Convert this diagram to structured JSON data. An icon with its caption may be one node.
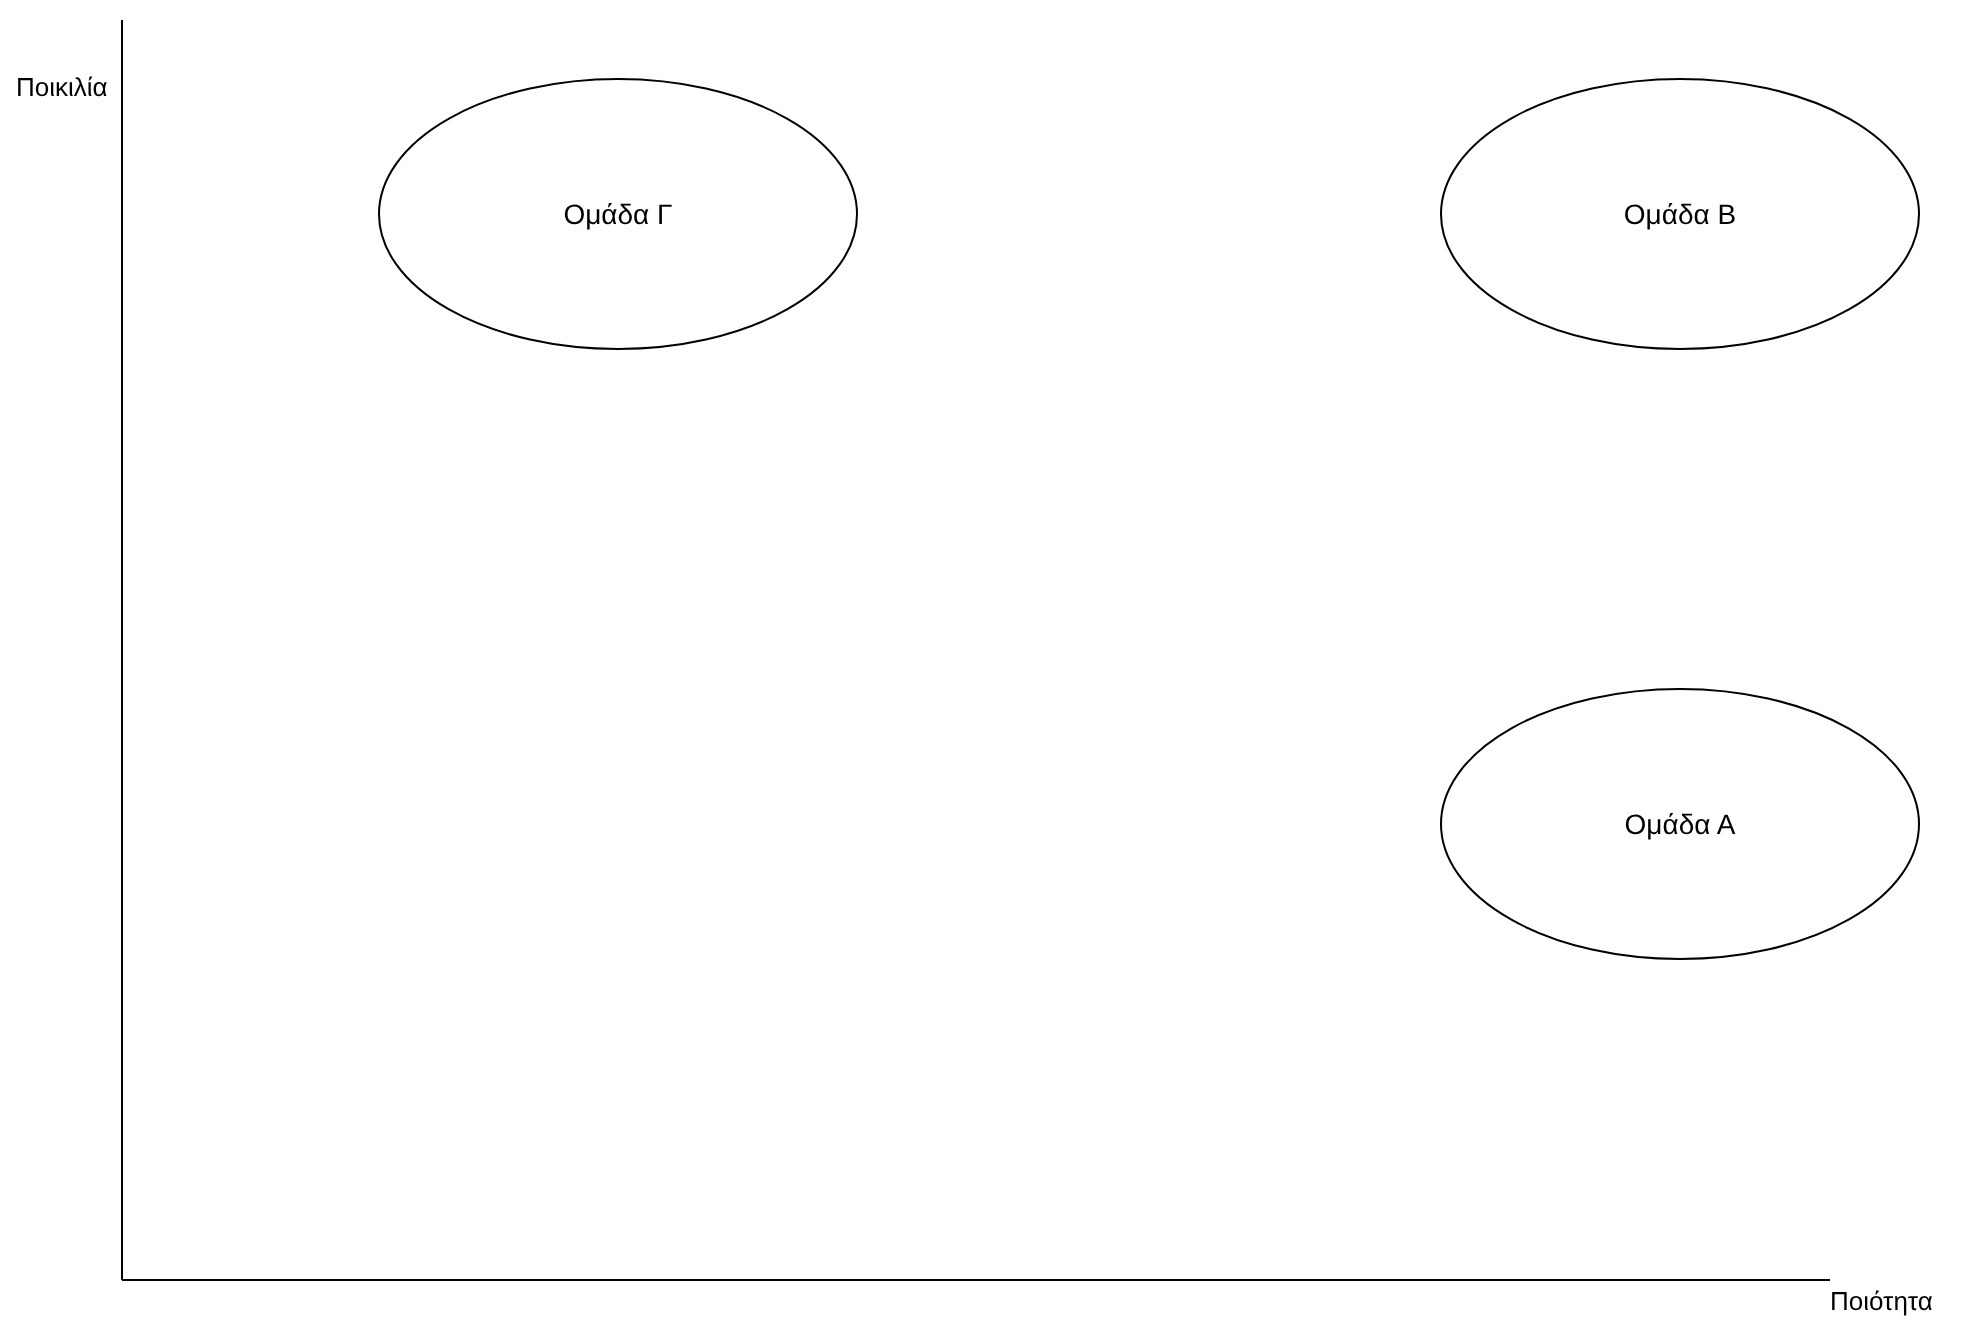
{
  "diagram": {
    "nodes": [
      {
        "text": [
          "Ομάδα Γ"
        ]
      },
      {
        "text": [
          "Ομάδα Β"
        ]
      },
      {
        "text": [
          "Ομάδα Α"
        ]
      }
    ],
    "edges": [],
    "labels": [
      "Ποικιλία",
      "Ποιότητα"
    ]
  }
}
